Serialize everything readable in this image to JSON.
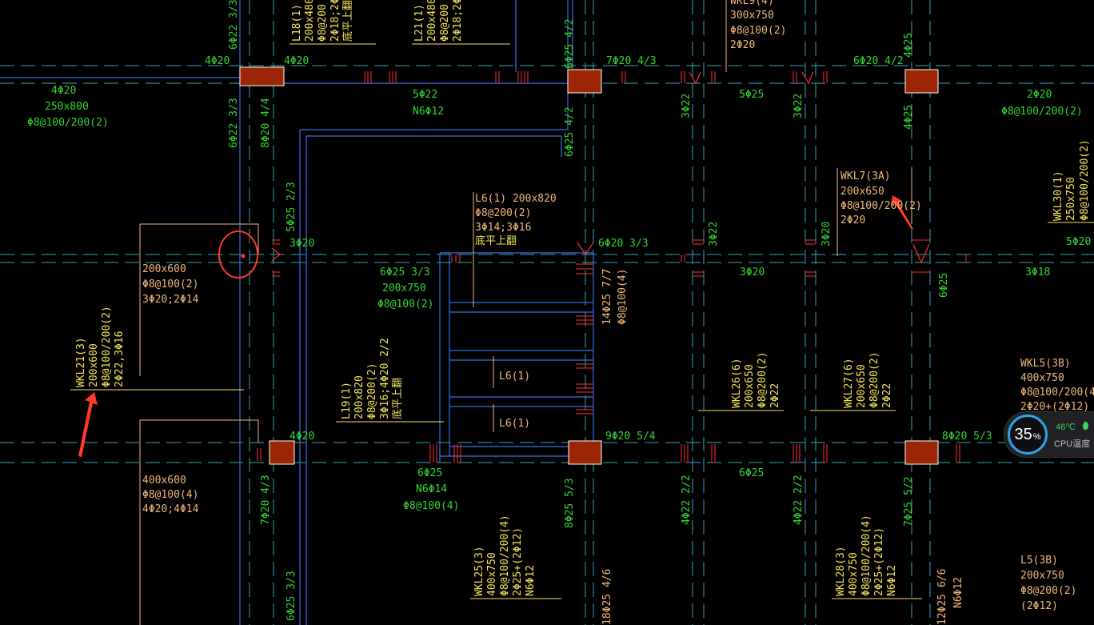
{
  "colors": {
    "green": "#33d633",
    "orange": "#f0b878",
    "yellow": "#f3e35a",
    "cyan": "#3aa6b4",
    "blue": "#3b6fe3",
    "red": "#ff2b2b",
    "column": "#9c2505",
    "arrow": "#ff3a2a",
    "widget_ring": "#2fa2e8"
  },
  "labels": [
    {
      "id": "t1",
      "text": "4Φ20",
      "color": "green"
    },
    {
      "id": "t2",
      "text": "250x800",
      "color": "green"
    },
    {
      "id": "t3",
      "text": "Φ8@100/200(2)",
      "color": "green"
    },
    {
      "id": "t4",
      "text": "4Φ20",
      "color": "green"
    },
    {
      "id": "t5",
      "text": "4Φ20",
      "color": "green"
    },
    {
      "id": "t6",
      "text": "5Φ22",
      "color": "green"
    },
    {
      "id": "t7",
      "text": "N6Φ12",
      "color": "green"
    },
    {
      "id": "t8",
      "text": "7Φ20 4/3",
      "color": "green"
    },
    {
      "id": "t9",
      "text": "6Φ20 4/2",
      "color": "green"
    },
    {
      "id": "t10",
      "text": "5Φ25",
      "color": "green"
    },
    {
      "id": "t11",
      "text": "2Φ20",
      "color": "green"
    },
    {
      "id": "t12",
      "text": "Φ8@100/200(2)",
      "color": "green"
    },
    {
      "id": "t13",
      "text": "300x750",
      "color": "orange"
    },
    {
      "id": "t14",
      "text": "Φ8@100(2)",
      "color": "orange"
    },
    {
      "id": "t15",
      "text": "2Φ20",
      "color": "orange"
    },
    {
      "id": "t16",
      "text": "L6(1) 200x820",
      "color": "orange"
    },
    {
      "id": "t17",
      "text": "Φ8@200(2)",
      "color": "orange"
    },
    {
      "id": "t18",
      "text": "3Φ14;3Φ16",
      "color": "orange"
    },
    {
      "id": "t19",
      "text": "底平上翻",
      "color": "yellow"
    },
    {
      "id": "t20",
      "text": "6Φ20 3/3",
      "color": "green"
    },
    {
      "id": "t21",
      "text": "3Φ20",
      "color": "green"
    },
    {
      "id": "t22",
      "text": "6Φ25 3/3",
      "color": "green"
    },
    {
      "id": "t23",
      "text": "200x750",
      "color": "green"
    },
    {
      "id": "t24",
      "text": "Φ8@100(2)",
      "color": "green"
    },
    {
      "id": "t25",
      "text": "200x600",
      "color": "orange"
    },
    {
      "id": "t26",
      "text": "Φ8@100(2)",
      "color": "orange"
    },
    {
      "id": "t27",
      "text": "3Φ20;2Φ14",
      "color": "orange"
    },
    {
      "id": "t28",
      "text": "WKL7(3A)",
      "color": "orange"
    },
    {
      "id": "t29",
      "text": "200x650",
      "color": "orange"
    },
    {
      "id": "t30",
      "text": "Φ8@100/200(2)",
      "color": "orange"
    },
    {
      "id": "t31",
      "text": "2Φ20",
      "color": "orange"
    },
    {
      "id": "t32",
      "text": "3Φ20",
      "color": "green"
    },
    {
      "id": "t33",
      "text": "3Φ18",
      "color": "green"
    },
    {
      "id": "t34",
      "text": "5Φ20",
      "color": "green"
    },
    {
      "id": "t35",
      "text": "L6(1)",
      "color": "orange"
    },
    {
      "id": "t36",
      "text": "L6(1)",
      "color": "orange"
    },
    {
      "id": "t37",
      "text": "WKL5(3B)",
      "color": "orange"
    },
    {
      "id": "t38",
      "text": "400x750",
      "color": "orange"
    },
    {
      "id": "t39",
      "text": "Φ8@100/200(4",
      "color": "orange"
    },
    {
      "id": "t40",
      "text": "2Φ20+(2Φ12)",
      "color": "orange"
    },
    {
      "id": "t41",
      "text": "4Φ20",
      "color": "green"
    },
    {
      "id": "t42",
      "text": "9Φ20 5/4",
      "color": "green"
    },
    {
      "id": "t43",
      "text": "8Φ20 5/3",
      "color": "green"
    },
    {
      "id": "t44",
      "text": "6Φ25",
      "color": "green"
    },
    {
      "id": "t45",
      "text": "N6Φ14",
      "color": "green"
    },
    {
      "id": "t46",
      "text": "Φ8@100(4)",
      "color": "green"
    },
    {
      "id": "t47",
      "text": "6Φ25",
      "color": "green"
    },
    {
      "id": "t48",
      "text": "400x600",
      "color": "orange"
    },
    {
      "id": "t49",
      "text": "Φ8@100(4)",
      "color": "orange"
    },
    {
      "id": "t50",
      "text": "4Φ20;4Φ14",
      "color": "orange"
    },
    {
      "id": "t51",
      "text": "L5(3B)",
      "color": "orange"
    },
    {
      "id": "t52",
      "text": "200x750",
      "color": "orange"
    },
    {
      "id": "t53",
      "text": "Φ8@200(2)",
      "color": "orange"
    },
    {
      "id": "t54",
      "text": "(2Φ12)",
      "color": "orange"
    },
    {
      "id": "t55",
      "text": "6Φ22 3/3",
      "color": "green"
    },
    {
      "id": "t56",
      "text": "8Φ20 4/4",
      "color": "green"
    },
    {
      "id": "t57",
      "text": "6Φ22 3/3",
      "color": "green"
    },
    {
      "id": "t58",
      "text": "5Φ25 2/3",
      "color": "green"
    },
    {
      "id": "t59",
      "text": "6Φ25 4/2",
      "color": "green"
    },
    {
      "id": "t60",
      "text": "6Φ25 4/2",
      "color": "green"
    },
    {
      "id": "t61",
      "text": "3Φ22",
      "color": "green"
    },
    {
      "id": "t62",
      "text": "3Φ22",
      "color": "green"
    },
    {
      "id": "t63",
      "text": "4Φ25",
      "color": "green"
    },
    {
      "id": "t64",
      "text": "4Φ25",
      "color": "green"
    },
    {
      "id": "t65",
      "text": "3Φ22",
      "color": "green"
    },
    {
      "id": "t66",
      "text": "3Φ20",
      "color": "green"
    },
    {
      "id": "t67",
      "text": "6Φ25",
      "color": "green"
    },
    {
      "id": "t68",
      "text": "14Φ25 7/7",
      "color": "orange"
    },
    {
      "id": "t69",
      "text": "Φ8@100(4)",
      "color": "orange"
    },
    {
      "id": "t70",
      "text": "7Φ20 4/3",
      "color": "green"
    },
    {
      "id": "t71",
      "text": "8Φ25 5/3",
      "color": "green"
    },
    {
      "id": "t72",
      "text": "4Φ22 2/2",
      "color": "green"
    },
    {
      "id": "t73",
      "text": "4Φ22 2/2",
      "color": "green"
    },
    {
      "id": "t74",
      "text": "7Φ25 5/2",
      "color": "green"
    },
    {
      "id": "t75",
      "text": "6Φ25 3/3",
      "color": "green"
    },
    {
      "id": "t76",
      "text": "18Φ25 4/6",
      "color": "orange"
    },
    {
      "id": "t77",
      "text": "12Φ25 6/6",
      "color": "orange"
    },
    {
      "id": "t78",
      "text": "N6Φ12",
      "color": "orange"
    },
    {
      "id": "t79",
      "text": "WKL21(3)",
      "color": "yellow"
    },
    {
      "id": "t80",
      "text": "200x600",
      "color": "yellow"
    },
    {
      "id": "t81",
      "text": "Φ8@100/200(2)",
      "color": "yellow"
    },
    {
      "id": "t82",
      "text": "2Φ22,3Φ16",
      "color": "yellow"
    },
    {
      "id": "t83",
      "text": "L19(1)",
      "color": "yellow"
    },
    {
      "id": "t84",
      "text": "200x820",
      "color": "yellow"
    },
    {
      "id": "t85",
      "text": "Φ8@200(2)",
      "color": "yellow"
    },
    {
      "id": "t86",
      "text": "3Φ16;4Φ20 2/2",
      "color": "yellow"
    },
    {
      "id": "t87",
      "text": "底平上翻",
      "color": "yellow"
    },
    {
      "id": "t88",
      "text": "WKL26(6)",
      "color": "yellow"
    },
    {
      "id": "t89",
      "text": "200x650",
      "color": "yellow"
    },
    {
      "id": "t90",
      "text": "Φ8@200(2)",
      "color": "yellow"
    },
    {
      "id": "t91",
      "text": "2Φ22",
      "color": "yellow"
    },
    {
      "id": "t92",
      "text": "WKL27(6)",
      "color": "yellow"
    },
    {
      "id": "t93",
      "text": "200x650",
      "color": "yellow"
    },
    {
      "id": "t94",
      "text": "Φ8@200(2)",
      "color": "yellow"
    },
    {
      "id": "t95",
      "text": "2Φ22",
      "color": "yellow"
    },
    {
      "id": "t96",
      "text": "WKL25(3)",
      "color": "yellow"
    },
    {
      "id": "t97",
      "text": "400x750",
      "color": "yellow"
    },
    {
      "id": "t98",
      "text": "Φ8@100/200(4)",
      "color": "yellow"
    },
    {
      "id": "t99",
      "text": "2Φ25+(2Φ12)",
      "color": "yellow"
    },
    {
      "id": "t100",
      "text": "N6Φ12",
      "color": "yellow"
    },
    {
      "id": "t101",
      "text": "WKL28(3)",
      "color": "yellow"
    },
    {
      "id": "t102",
      "text": "400x750",
      "color": "yellow"
    },
    {
      "id": "t103",
      "text": "Φ8@100/200(4)",
      "color": "yellow"
    },
    {
      "id": "t104",
      "text": "2Φ25+(2Φ12)",
      "color": "yellow"
    },
    {
      "id": "t105",
      "text": "N6Φ12",
      "color": "yellow"
    },
    {
      "id": "t106",
      "text": "WKL30(1)",
      "color": "yellow"
    },
    {
      "id": "t107",
      "text": "250x750",
      "color": "yellow"
    },
    {
      "id": "t108",
      "text": "Φ8@100/200(2)",
      "color": "yellow"
    },
    {
      "id": "t109",
      "text": "L18(1)",
      "color": "yellow"
    },
    {
      "id": "t110",
      "text": "200x480",
      "color": "yellow"
    },
    {
      "id": "t111",
      "text": "Φ8@200",
      "color": "yellow"
    },
    {
      "id": "t112",
      "text": "2Φ18;2Φ",
      "color": "yellow"
    },
    {
      "id": "t113",
      "text": "底平上翻",
      "color": "yellow"
    },
    {
      "id": "t114",
      "text": "L21(1)",
      "color": "yellow"
    },
    {
      "id": "t115",
      "text": "200x480",
      "color": "yellow"
    },
    {
      "id": "t116",
      "text": "Φ8@200",
      "color": "yellow"
    },
    {
      "id": "t117",
      "text": "2Φ18;2Φ",
      "color": "yellow"
    },
    {
      "id": "t118",
      "text": "WKL9(4)",
      "color": "orange"
    }
  ],
  "widget": {
    "percent": "35",
    "percent_unit": "%",
    "temperature": "46℃",
    "label": "CPU温度",
    "drop_icon": "drop-icon"
  }
}
